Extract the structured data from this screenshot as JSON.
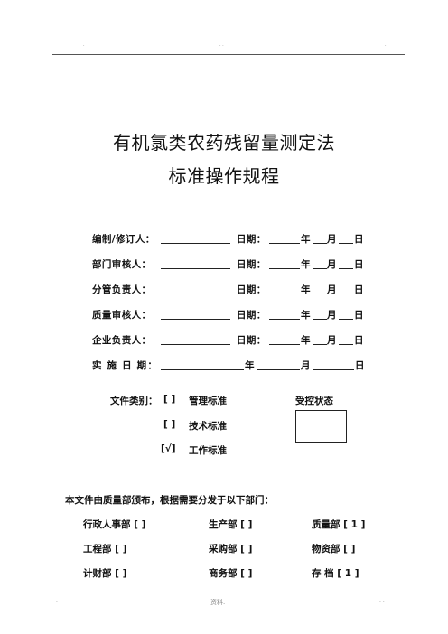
{
  "header": {
    "marks": [
      ".",
      ". .",
      "."
    ]
  },
  "title": {
    "line1": "有机氯类农药残留量测定法",
    "line2": "标准操作规程"
  },
  "signoffs": [
    {
      "label": "编制/修订人：",
      "date_label": "日期：",
      "y": "年",
      "m": "月",
      "d": "日"
    },
    {
      "label": "部门审核人：",
      "date_label": "日期：",
      "y": "年",
      "m": "月",
      "d": "日"
    },
    {
      "label": "分管负责人：",
      "date_label": "日期：",
      "y": "年",
      "m": "月",
      "d": "日"
    },
    {
      "label": "质量审核人：",
      "date_label": "日期：",
      "y": "年",
      "m": "月",
      "d": "日"
    },
    {
      "label": "企业负责人：",
      "date_label": "日期：",
      "y": "年",
      "m": "月",
      "d": "日"
    }
  ],
  "implement": {
    "label": "实 施 日 期：",
    "y": "年",
    "m": "月",
    "d": "日"
  },
  "doc_category": {
    "label": "文件类别：",
    "options": [
      {
        "box": "[  ]",
        "text": "管理标准"
      },
      {
        "box": "[  ]",
        "text": "技术标准"
      },
      {
        "box": "[√]",
        "text": "工作标准"
      }
    ]
  },
  "control_status": {
    "label": "受控状态"
  },
  "distribution": {
    "intro": "本文件由质量部颁布，根据需要分发于以下部门：",
    "rows": [
      [
        "行政人事部 [   ]",
        "生产部 [   ]",
        "质量部 [ 1 ]"
      ],
      [
        "工程部 [   ]",
        "采购部 [   ]",
        "物资部 [   ]"
      ],
      [
        "计财部 [   ]",
        "商务部 [   ]",
        "存   档 [ 1 ]"
      ]
    ]
  },
  "footer": {
    "left": ".",
    "center": "资料.",
    "right": ". . ."
  }
}
